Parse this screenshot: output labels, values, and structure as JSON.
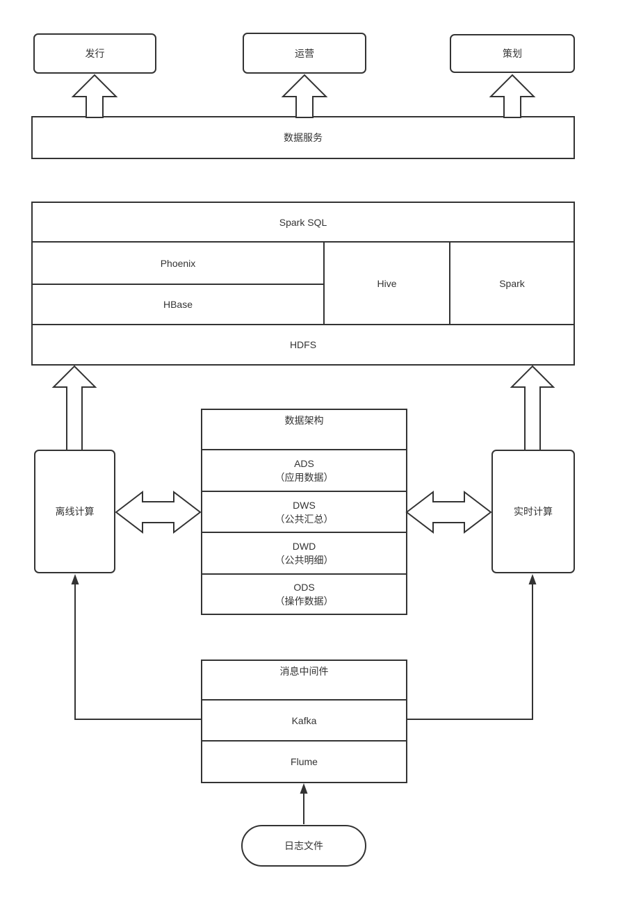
{
  "colors": {
    "line": "#333333",
    "text": "#333333",
    "background": "#ffffff"
  },
  "consumers": {
    "publishing": "发行",
    "operations": "运营",
    "planning": "策划"
  },
  "data_service": {
    "label": "数据服务"
  },
  "storage_layer": {
    "spark_sql": "Spark SQL",
    "phoenix": "Phoenix",
    "hbase": "HBase",
    "hive": "Hive",
    "spark": "Spark",
    "hdfs": "HDFS"
  },
  "compute": {
    "offline": "离线计算",
    "realtime": "实时计算"
  },
  "data_architecture": {
    "title": "数据架构",
    "layers": [
      {
        "code": "ADS",
        "desc": "（应用数据）"
      },
      {
        "code": "DWS",
        "desc": "（公共汇总）"
      },
      {
        "code": "DWD",
        "desc": "（公共明细）"
      },
      {
        "code": "ODS",
        "desc": "（操作数据）"
      }
    ]
  },
  "middleware": {
    "title": "消息中间件",
    "kafka": "Kafka",
    "flume": "Flume"
  },
  "source": {
    "log_file": "日志文件"
  }
}
